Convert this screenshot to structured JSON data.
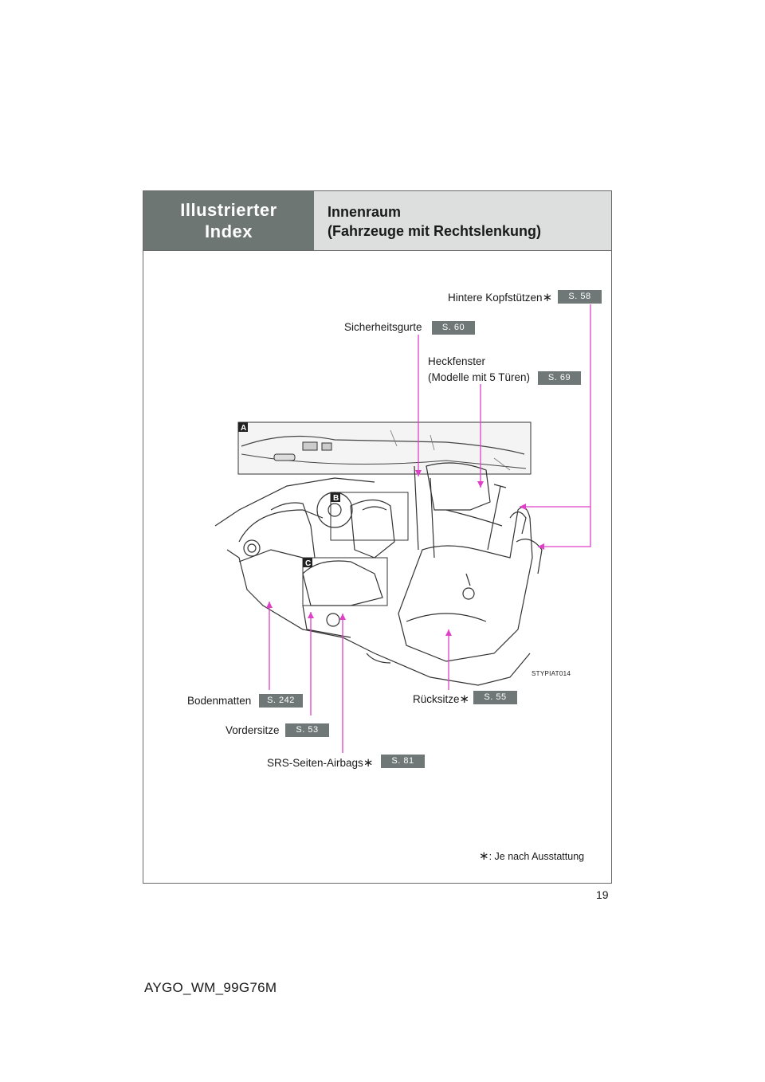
{
  "header": {
    "section": "Illustrierter\nIndex",
    "title": "Innenraum\n(Fahrzeuge mit Rechtslenkung)"
  },
  "callouts": {
    "hintere_kopfstuetzen": {
      "label": "Hintere Kopfstützen",
      "star": "∗",
      "page": "S. 58"
    },
    "sicherheitsgurte": {
      "label": "Sicherheitsgurte",
      "page": "S. 60"
    },
    "heckfenster": {
      "label_line1": "Heckfenster",
      "label_line2": "(Modelle mit 5 Türen)",
      "page": "S. 69"
    },
    "bodenmatten": {
      "label": "Bodenmatten",
      "page": "S. 242"
    },
    "vordersitze": {
      "label": "Vordersitze",
      "page": "S. 53"
    },
    "srs_seiten_airbags": {
      "label": "SRS-Seiten-Airbags",
      "star": "∗",
      "page": "S. 81"
    },
    "ruecksitze": {
      "label": "Rücksitze",
      "star": "∗",
      "page": "S. 55"
    }
  },
  "figure": {
    "code": "STYPIAT014",
    "markers": [
      "A",
      "B",
      "C"
    ]
  },
  "footnote": {
    "star": "∗",
    "text": ": Je nach Ausstattung"
  },
  "page_number": "19",
  "footer_code": "AYGO_WM_99G76M",
  "colors": {
    "header_dark": "#6d7673",
    "header_light": "#dcdfde",
    "badge": "#6f7876",
    "leader": "#e040c8"
  }
}
